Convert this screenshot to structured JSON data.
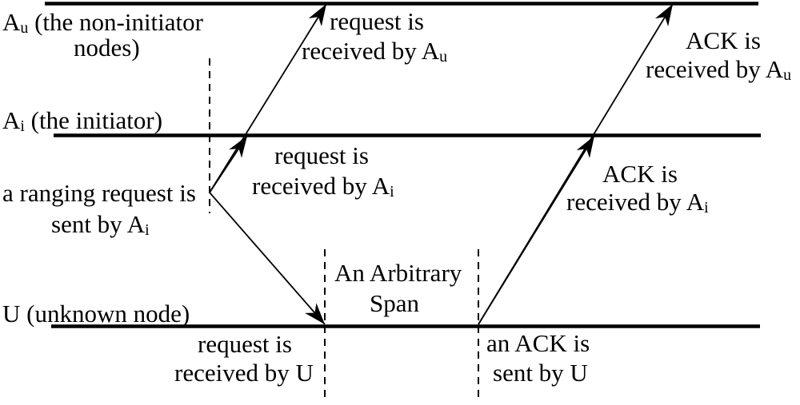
{
  "figure": {
    "type": "ranging-message-sequence-diagram",
    "background_color": "#ffffff",
    "ink_color": "#000000"
  },
  "timelines": {
    "au": {
      "pre": "A",
      "sub": "u",
      "post": " (the non-initiator",
      "line2": "nodes)"
    },
    "ai": {
      "pre": "A",
      "sub": "i",
      "post": " (the initiator)"
    },
    "u": {
      "label": "U (unknown node)"
    }
  },
  "annotations": {
    "ranging_sent": {
      "line1": "a ranging request is",
      "line2_pre": "sent by A",
      "line2_sub": "i"
    },
    "req_recv_au": {
      "line1": "request is",
      "line2_pre": "received by A",
      "line2_sub": "u"
    },
    "req_recv_ai": {
      "line1": "request is",
      "line2_pre": "received by A",
      "line2_sub": "i"
    },
    "req_recv_u": {
      "line1": "request is",
      "line2": "received by U"
    },
    "ack_sent_u": {
      "line1": "an ACK is",
      "line2": "sent by U"
    },
    "ack_recv_ai": {
      "line1": "ACK is",
      "line2_pre": "received by A",
      "line2_sub": "i"
    },
    "ack_recv_au": {
      "line1": "ACK is",
      "line2_pre": "received by A",
      "line2_sub": "u"
    },
    "span": {
      "line1": "An Arbitrary",
      "line2": "Span"
    }
  }
}
